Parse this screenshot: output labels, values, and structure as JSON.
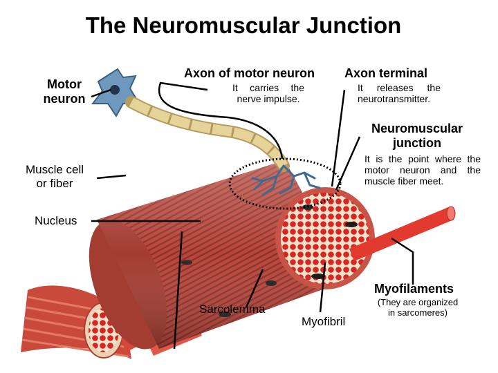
{
  "title": "The Neuromuscular Junction",
  "labels": {
    "motor_neuron": [
      "Motor",
      "neuron"
    ],
    "axon_of_motor_neuron": "Axon of motor neuron",
    "axon_desc": [
      "It carries the",
      "nerve impulse."
    ],
    "axon_terminal": "Axon terminal",
    "terminal_desc": [
      "It releases the",
      "neurotransmitter."
    ],
    "nmj": [
      "Neuromuscular",
      "junction"
    ],
    "nmj_desc": [
      "It is the point where the",
      "motor neuron and the",
      "muscle fiber meet."
    ],
    "muscle_cell": [
      "Muscle cell",
      "or fiber"
    ],
    "nucleus": "Nucleus",
    "sarcolemma": "Sarcolemma",
    "myofibril": "Myofibril",
    "myofilaments": "Myofilaments",
    "myofilaments_desc": [
      "(They are organized",
      "in sarcomeres)"
    ]
  },
  "colors": {
    "muscle": "#b8453a",
    "muscle_dark": "#7f2a23",
    "muscle_light": "#d56c5d",
    "myofibril_dots": "#d82424",
    "cross_section_bg": "#f1e3c8",
    "neuron_blue": "#6f98bd",
    "axon_tan": "#e6d39a",
    "nerve_terminal": "#3e6b94"
  }
}
